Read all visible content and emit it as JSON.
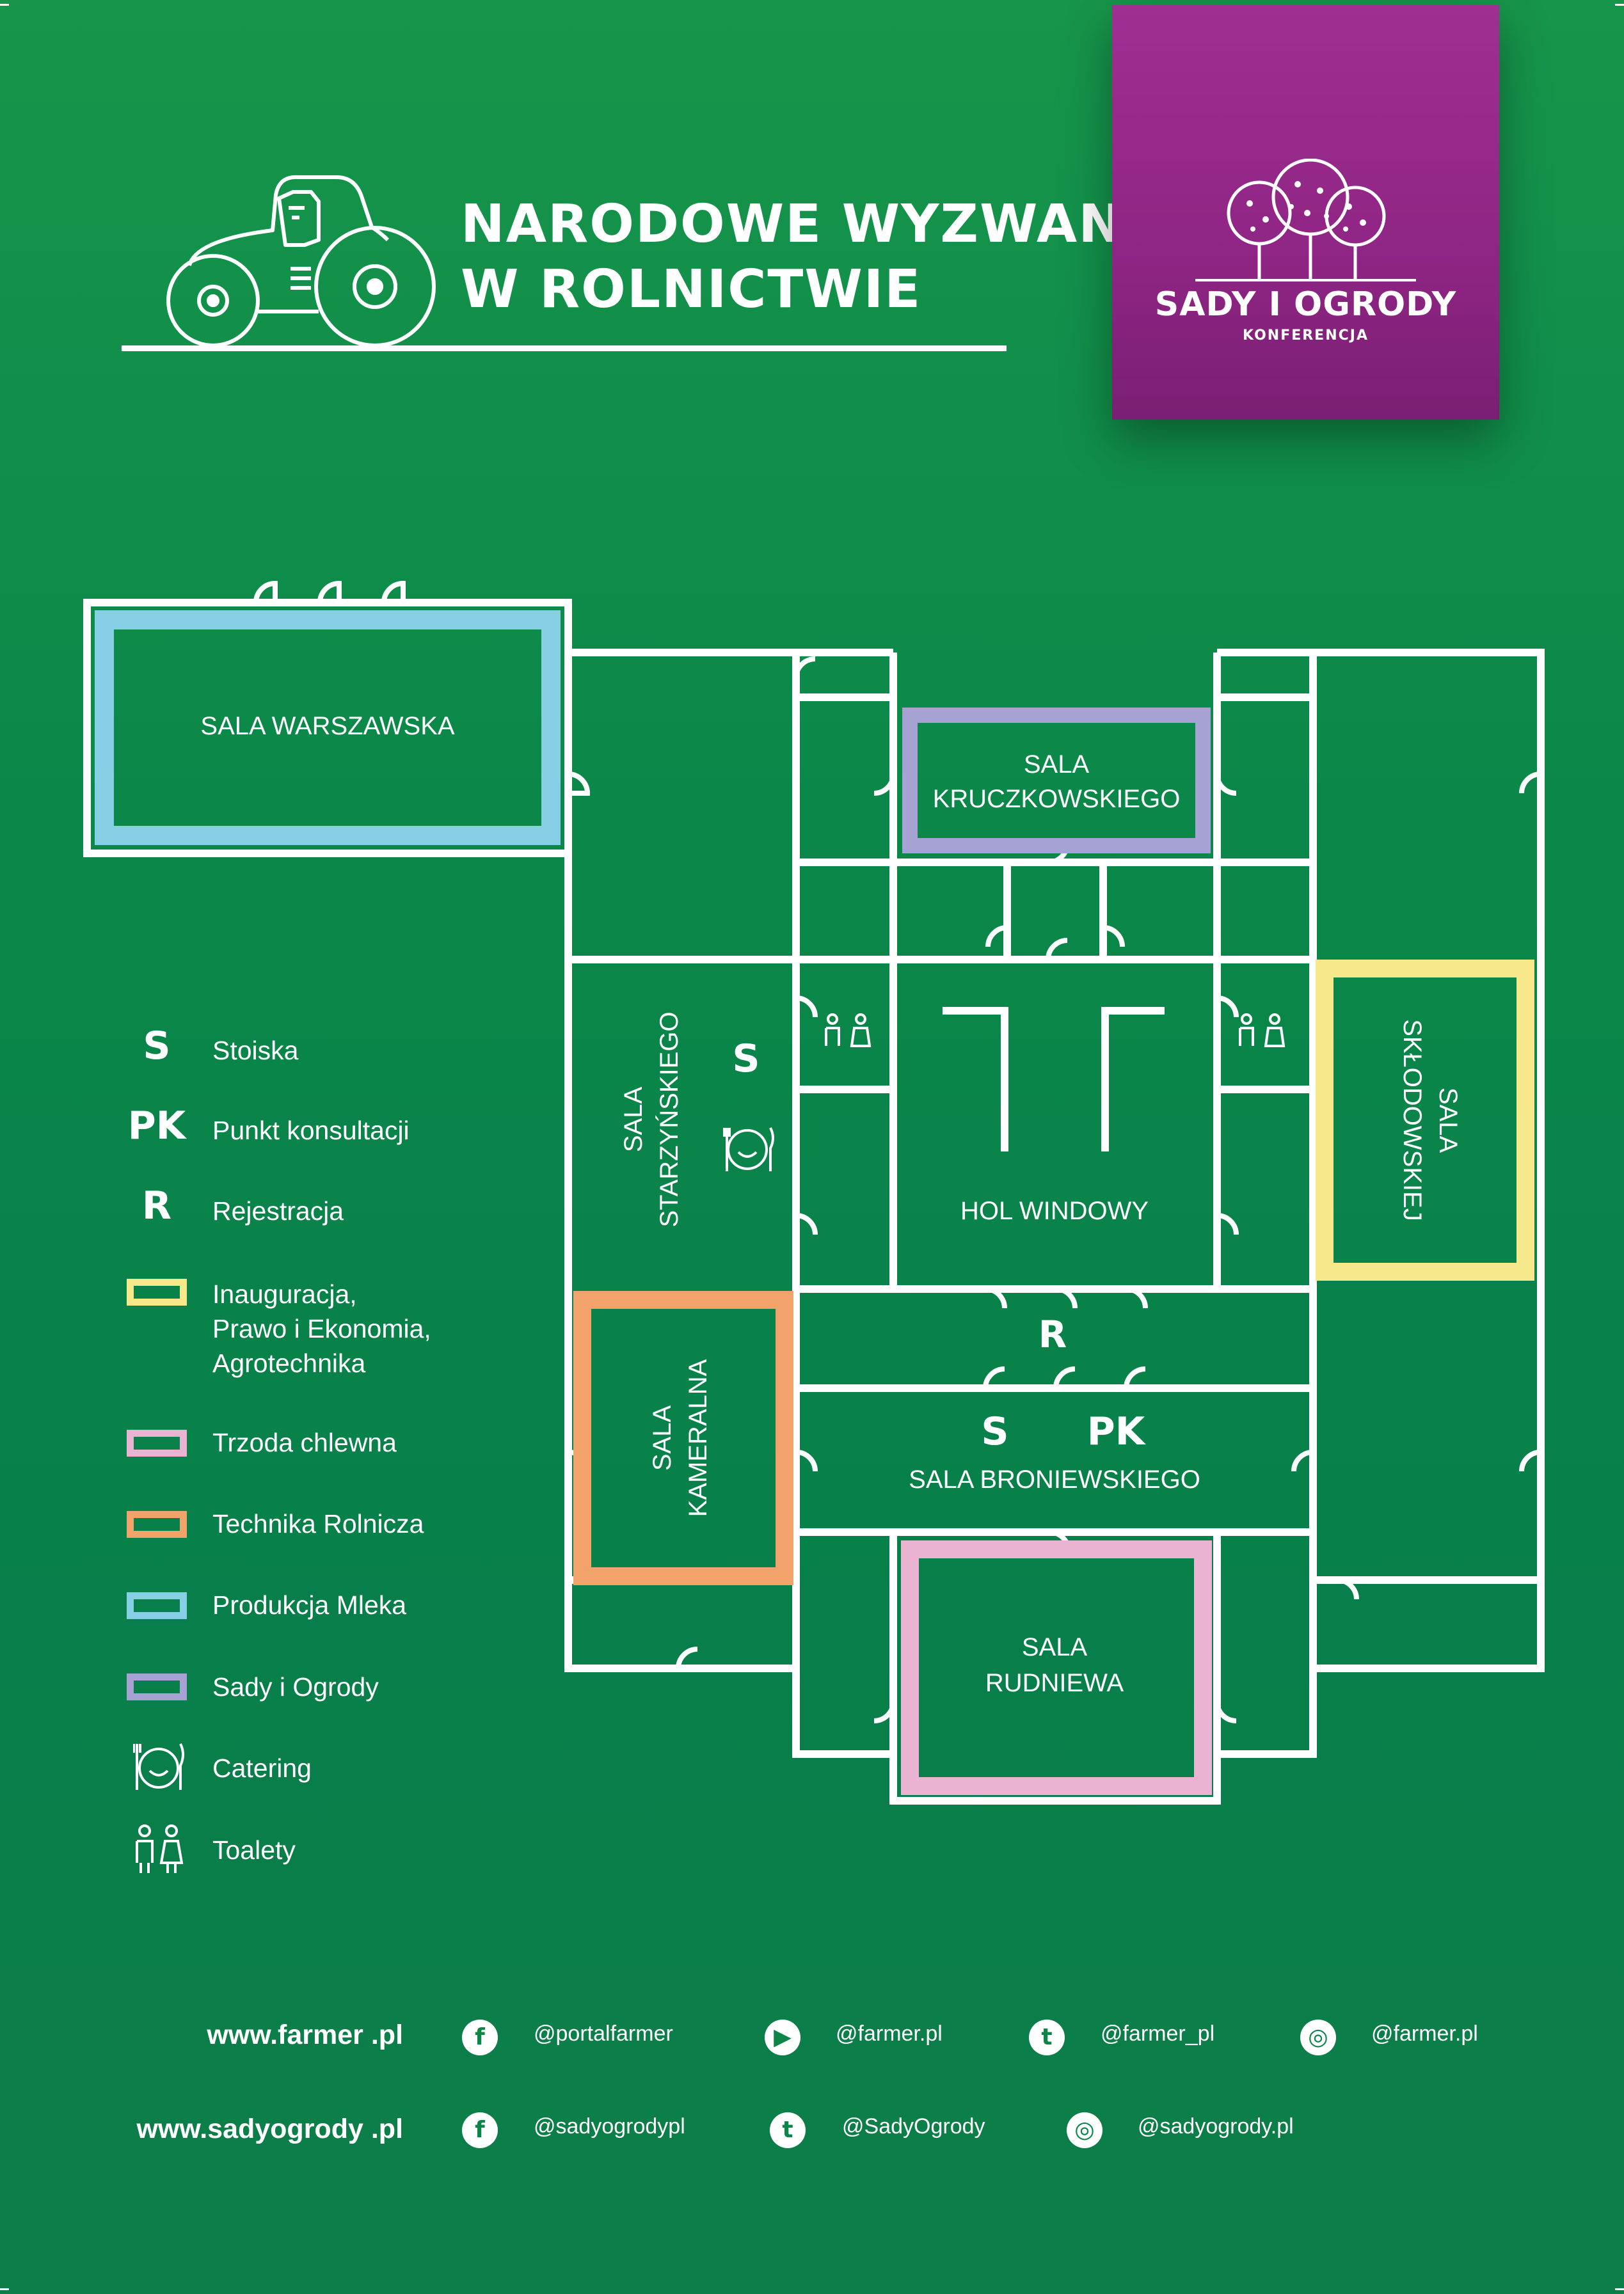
{
  "header": {
    "title_line1": "NARODOWE WYZWANIA",
    "title_line2": "W ROLNICTWIE"
  },
  "brand": {
    "name": "SADY I OGRODY",
    "subtitle": "KONFERENCJA"
  },
  "rooms": {
    "warszawska": "SALA WARSZAWSKA",
    "kruczkowskiego_1": "SALA",
    "kruczkowskiego_2": "KRUCZKOWSKIEGO",
    "starzynskiego_1": "SALA",
    "starzynskiego_2": "STARZYŃSKIEGO",
    "hol": "HOL WINDOWY",
    "sklodowskiej_1": "SALA",
    "sklodowskiej_2": "SKŁODOWSKIEJ",
    "kameralna_1": "SALA",
    "kameralna_2": "KAMERALNA",
    "broniewskiego": "SALA BRONIEWSKIEGO",
    "rudniewa_1": "SALA",
    "rudniewa_2": "RUDNIEWA"
  },
  "map_symbols": {
    "stoiska": "S",
    "konsultacje": "PK",
    "rejestracja": "R"
  },
  "colors": {
    "inauguracja": "#f7e98b",
    "trzoda": "#eab3d1",
    "technika": "#f2a26b",
    "mleko": "#86cfe4",
    "sady": "#a7a2d4",
    "brand": "#952988",
    "background": "#0b8849"
  },
  "legend": {
    "items": [
      {
        "symbol": "S",
        "label": "Stoiska"
      },
      {
        "symbol": "PK",
        "label": "Punkt konsultacji"
      },
      {
        "symbol": "R",
        "label": "Rejestracja"
      }
    ],
    "inauguracja_1": "Inauguracja,",
    "inauguracja_2": "Prawo i Ekonomia,",
    "inauguracja_3": "Agrotechnika",
    "trzoda": "Trzoda chlewna",
    "technika": "Technika Rolnicza",
    "mleko": "Produkcja Mleka",
    "sady": "Sady i Ogrody",
    "catering": "Catering",
    "toalety": "Toalety",
    "catering_icon": "catering-icon",
    "toilet_icon": "toilet-icon"
  },
  "footer": {
    "farmer_url": "www.farmer .pl",
    "sady_url": "www.sadyogrody .pl",
    "farmer_facebook": "@portalfarmer",
    "farmer_youtube": "@farmer.pl",
    "farmer_twitter": "@farmer_pl",
    "farmer_instagram": "@farmer.pl",
    "sady_facebook": "@sadyogrodypl",
    "sady_twitter": "@SadyOgrody",
    "sady_instagram": "@sadyogrody.pl"
  }
}
